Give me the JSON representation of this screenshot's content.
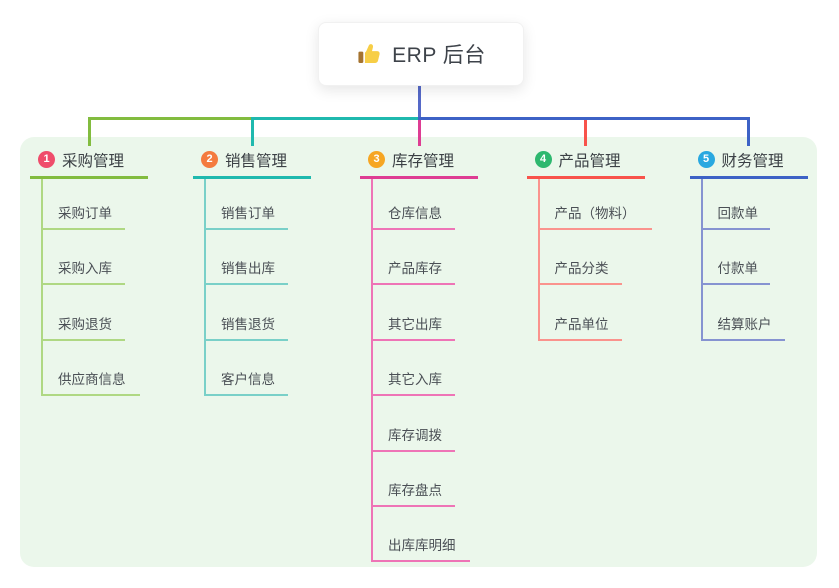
{
  "root": {
    "label": "ERP 后台",
    "icon": "thumbs-up-icon"
  },
  "colors": {
    "page_bg": "#FFFFFF",
    "panel_bg": "#EBF7EB",
    "node_bg": "#FFFFFF",
    "root_connector": "#5569C8",
    "root_text": "#3E434A",
    "title_text": "#3B4045",
    "child_text": "#4A4F55",
    "thumb_hand": "#F7CE46",
    "thumb_sleeve": "#A5732F"
  },
  "branches": [
    {
      "badge": "1",
      "badge_color": "#EF4D6B",
      "label": "采购管理",
      "line_color": "#82BC3F",
      "child_line_color": "#AFD883",
      "children": [
        "采购订单",
        "采购入库",
        "采购退货",
        "供应商信息"
      ]
    },
    {
      "badge": "2",
      "badge_color": "#F47B3F",
      "label": "销售管理",
      "line_color": "#1FB9AE",
      "child_line_color": "#79D0C8",
      "children": [
        "销售订单",
        "销售出库",
        "销售退货",
        "客户信息"
      ]
    },
    {
      "badge": "3",
      "badge_color": "#F6A623",
      "label": "库存管理",
      "line_color": "#DE3D93",
      "child_line_color": "#EE74B6",
      "children": [
        "仓库信息",
        "产品库存",
        "其它出库",
        "其它入库",
        "库存调拨",
        "库存盘点",
        "出库库明细"
      ]
    },
    {
      "badge": "4",
      "badge_color": "#2EB86F",
      "label": "产品管理",
      "line_color": "#F8534B",
      "child_line_color": "#FA938D",
      "children": [
        "产品（物料）",
        "产品分类",
        "产品单位"
      ]
    },
    {
      "badge": "5",
      "badge_color": "#29A8E0",
      "label": "财务管理",
      "line_color": "#3D62C6",
      "child_line_color": "#8693D1",
      "children": [
        "回款单",
        "付款单",
        "结算账户"
      ]
    }
  ]
}
